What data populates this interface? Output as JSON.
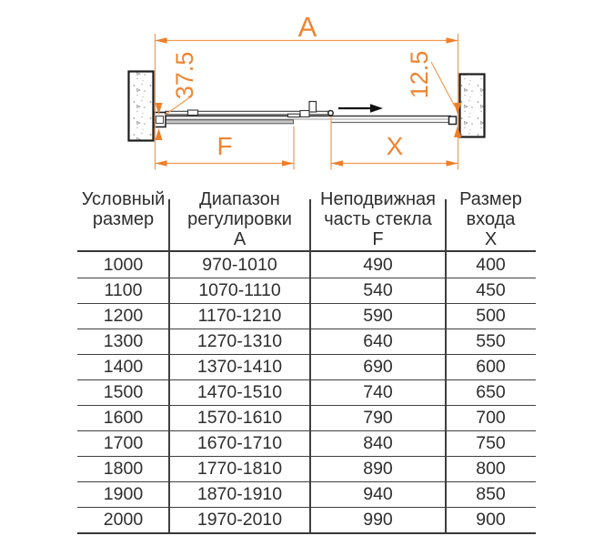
{
  "colors": {
    "accent_orange": "#ee8532",
    "dim_line_orange": "#f29a52",
    "drawing_black": "#1c1c1c",
    "table_line": "#3f3f3f",
    "text": "#2e2e2e"
  },
  "diagram": {
    "dim_total": "A",
    "dim_left_offset": "37.5",
    "dim_right_offset": "12.5",
    "dim_fixed": "F",
    "dim_entry": "X",
    "direction_arrow": "right"
  },
  "table": {
    "columns": [
      {
        "line1": "Условный",
        "line2": "размер",
        "letter": ""
      },
      {
        "line1": "Диапазон",
        "line2": "регулировки",
        "letter": "А"
      },
      {
        "line1": "Неподвижная",
        "line2": "часть стекла",
        "letter": "F"
      },
      {
        "line1": "Размер",
        "line2": "входа",
        "letter": "Х"
      }
    ],
    "rows": [
      [
        "1000",
        "970-1010",
        "490",
        "400"
      ],
      [
        "1100",
        "1070-1110",
        "540",
        "450"
      ],
      [
        "1200",
        "1170-1210",
        "590",
        "500"
      ],
      [
        "1300",
        "1270-1310",
        "640",
        "550"
      ],
      [
        "1400",
        "1370-1410",
        "690",
        "600"
      ],
      [
        "1500",
        "1470-1510",
        "740",
        "650"
      ],
      [
        "1600",
        "1570-1610",
        "790",
        "700"
      ],
      [
        "1700",
        "1670-1710",
        "840",
        "750"
      ],
      [
        "1800",
        "1770-1810",
        "890",
        "800"
      ],
      [
        "1900",
        "1870-1910",
        "940",
        "850"
      ],
      [
        "2000",
        "1970-2010",
        "990",
        "900"
      ]
    ]
  }
}
